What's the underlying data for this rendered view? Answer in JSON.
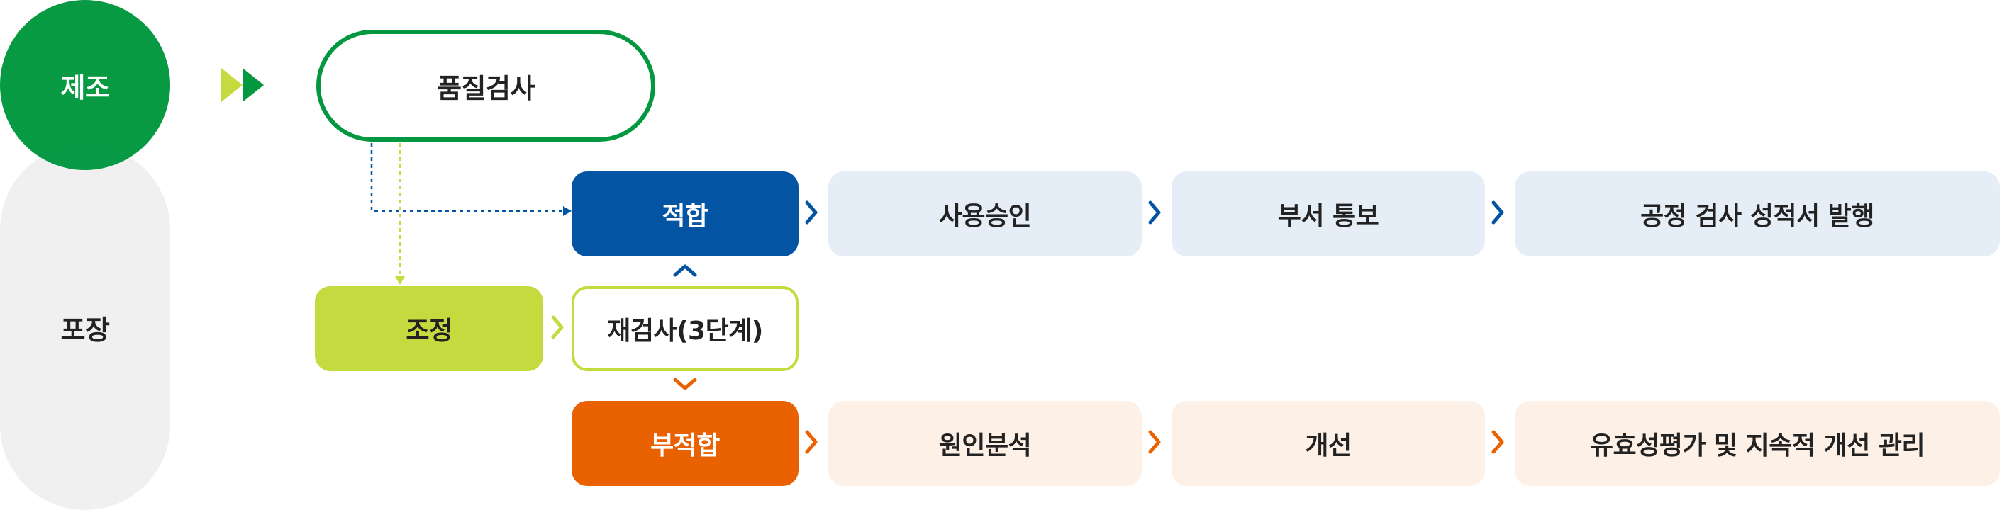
{
  "stages": {
    "manufacturing": "제조",
    "packaging": "포장"
  },
  "nodes": {
    "inspection": "품질검사",
    "pass": "적합",
    "adjust": "조정",
    "reinspect": "재검사(3단계)",
    "fail": "부적합",
    "approve": "사용승인",
    "notify": "부서 통보",
    "report": "공정 검사 성적서 발행",
    "root_cause": "원인분석",
    "improve": "개선",
    "evaluate": "유효성평가 및 지속적 개선 관리"
  },
  "colors": {
    "green": "#039840",
    "lime": "#c5da3f",
    "blue": "#0454a4",
    "orange": "#ea6102",
    "pale_blue": "#e5edf7",
    "pale_orange": "#fdf0e6",
    "gray": "#f0f0f0"
  },
  "icons": [
    "double-play-icon",
    "chevron-right-icon",
    "chevron-up-icon",
    "chevron-down-icon"
  ]
}
